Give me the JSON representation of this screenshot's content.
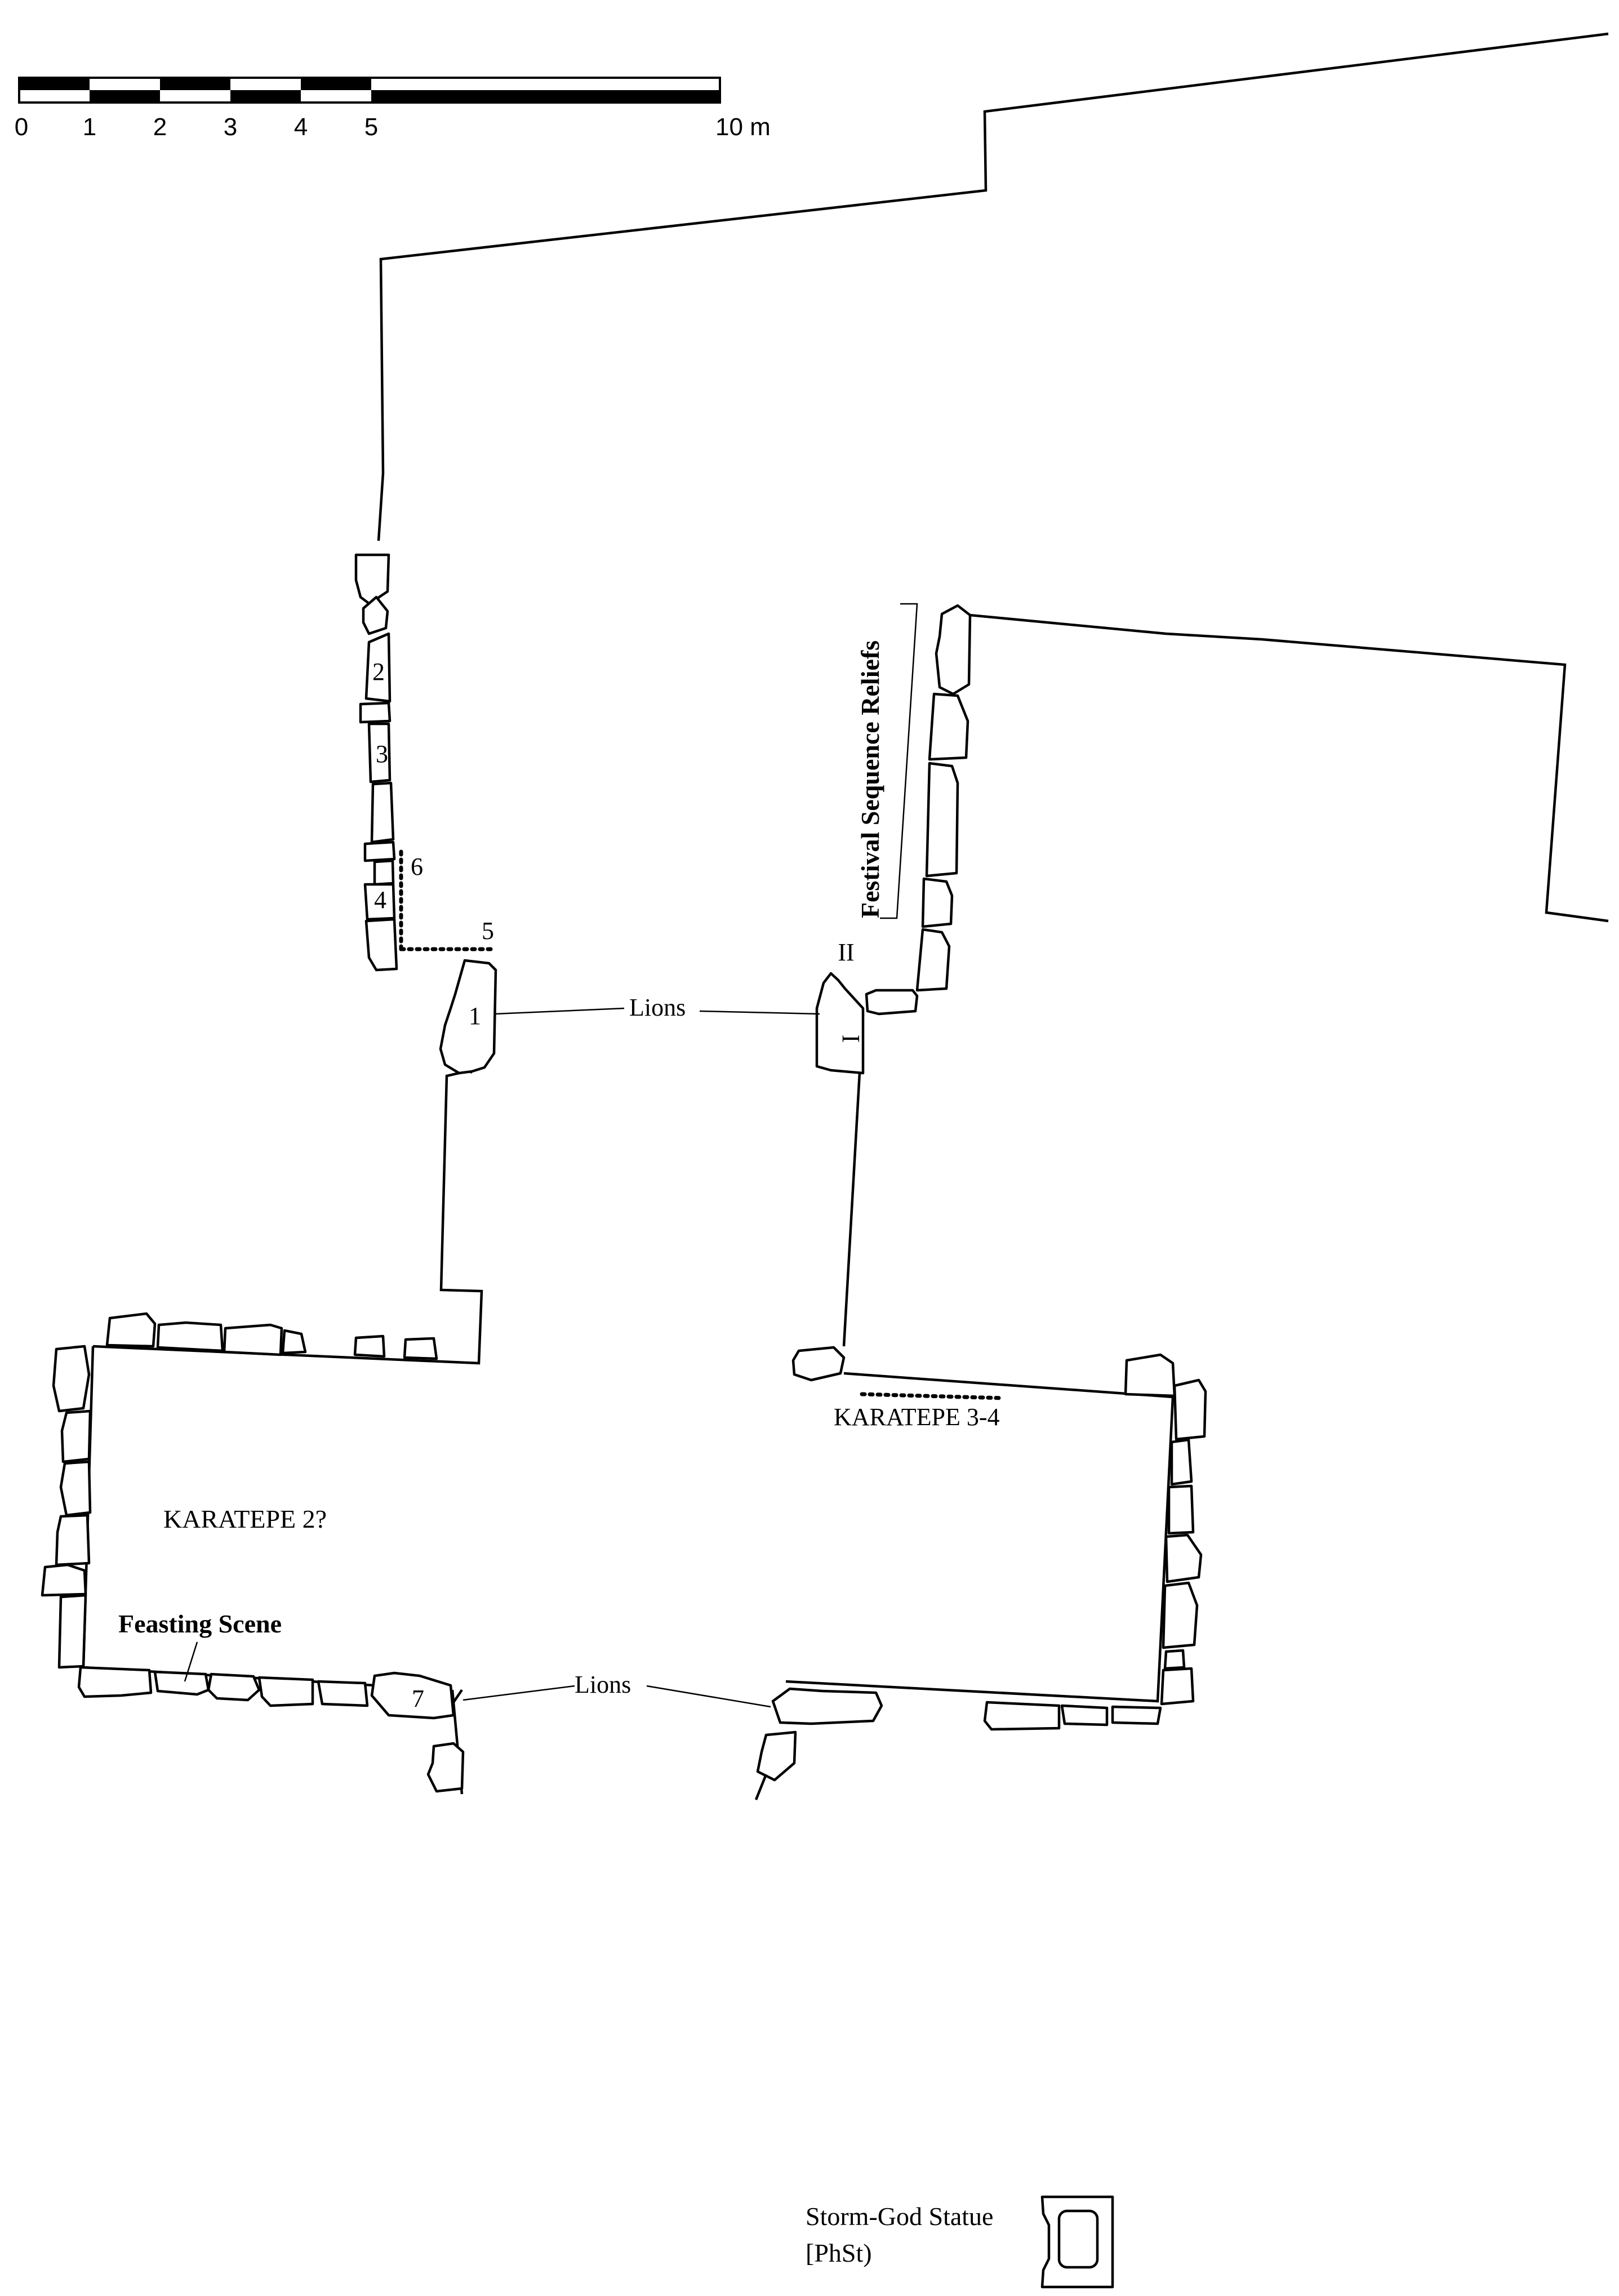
{
  "scale_bar": {
    "tick_labels": [
      "0",
      "1",
      "2",
      "3",
      "4",
      "5",
      "10 m"
    ]
  },
  "labels": {
    "lions_upper": "Lions",
    "lions_lower": "Lions",
    "festival": "Festival Sequence Reliefs",
    "gate_ii": "II",
    "orthostat_i": "I",
    "karatepe_2": "KARATEPE 2?",
    "karatepe_34": "KARATEPE 3-4",
    "feasting": "Feasting Scene"
  },
  "numbers": {
    "n1": "1",
    "n2": "2",
    "n3": "3",
    "n4": "4",
    "n5": "5",
    "n6": "6",
    "n7": "7"
  },
  "legend": {
    "line1": "Storm-God Statue",
    "line2": "[PhSt)"
  },
  "colors": {
    "ink": "#000000",
    "paper": "#ffffff"
  }
}
